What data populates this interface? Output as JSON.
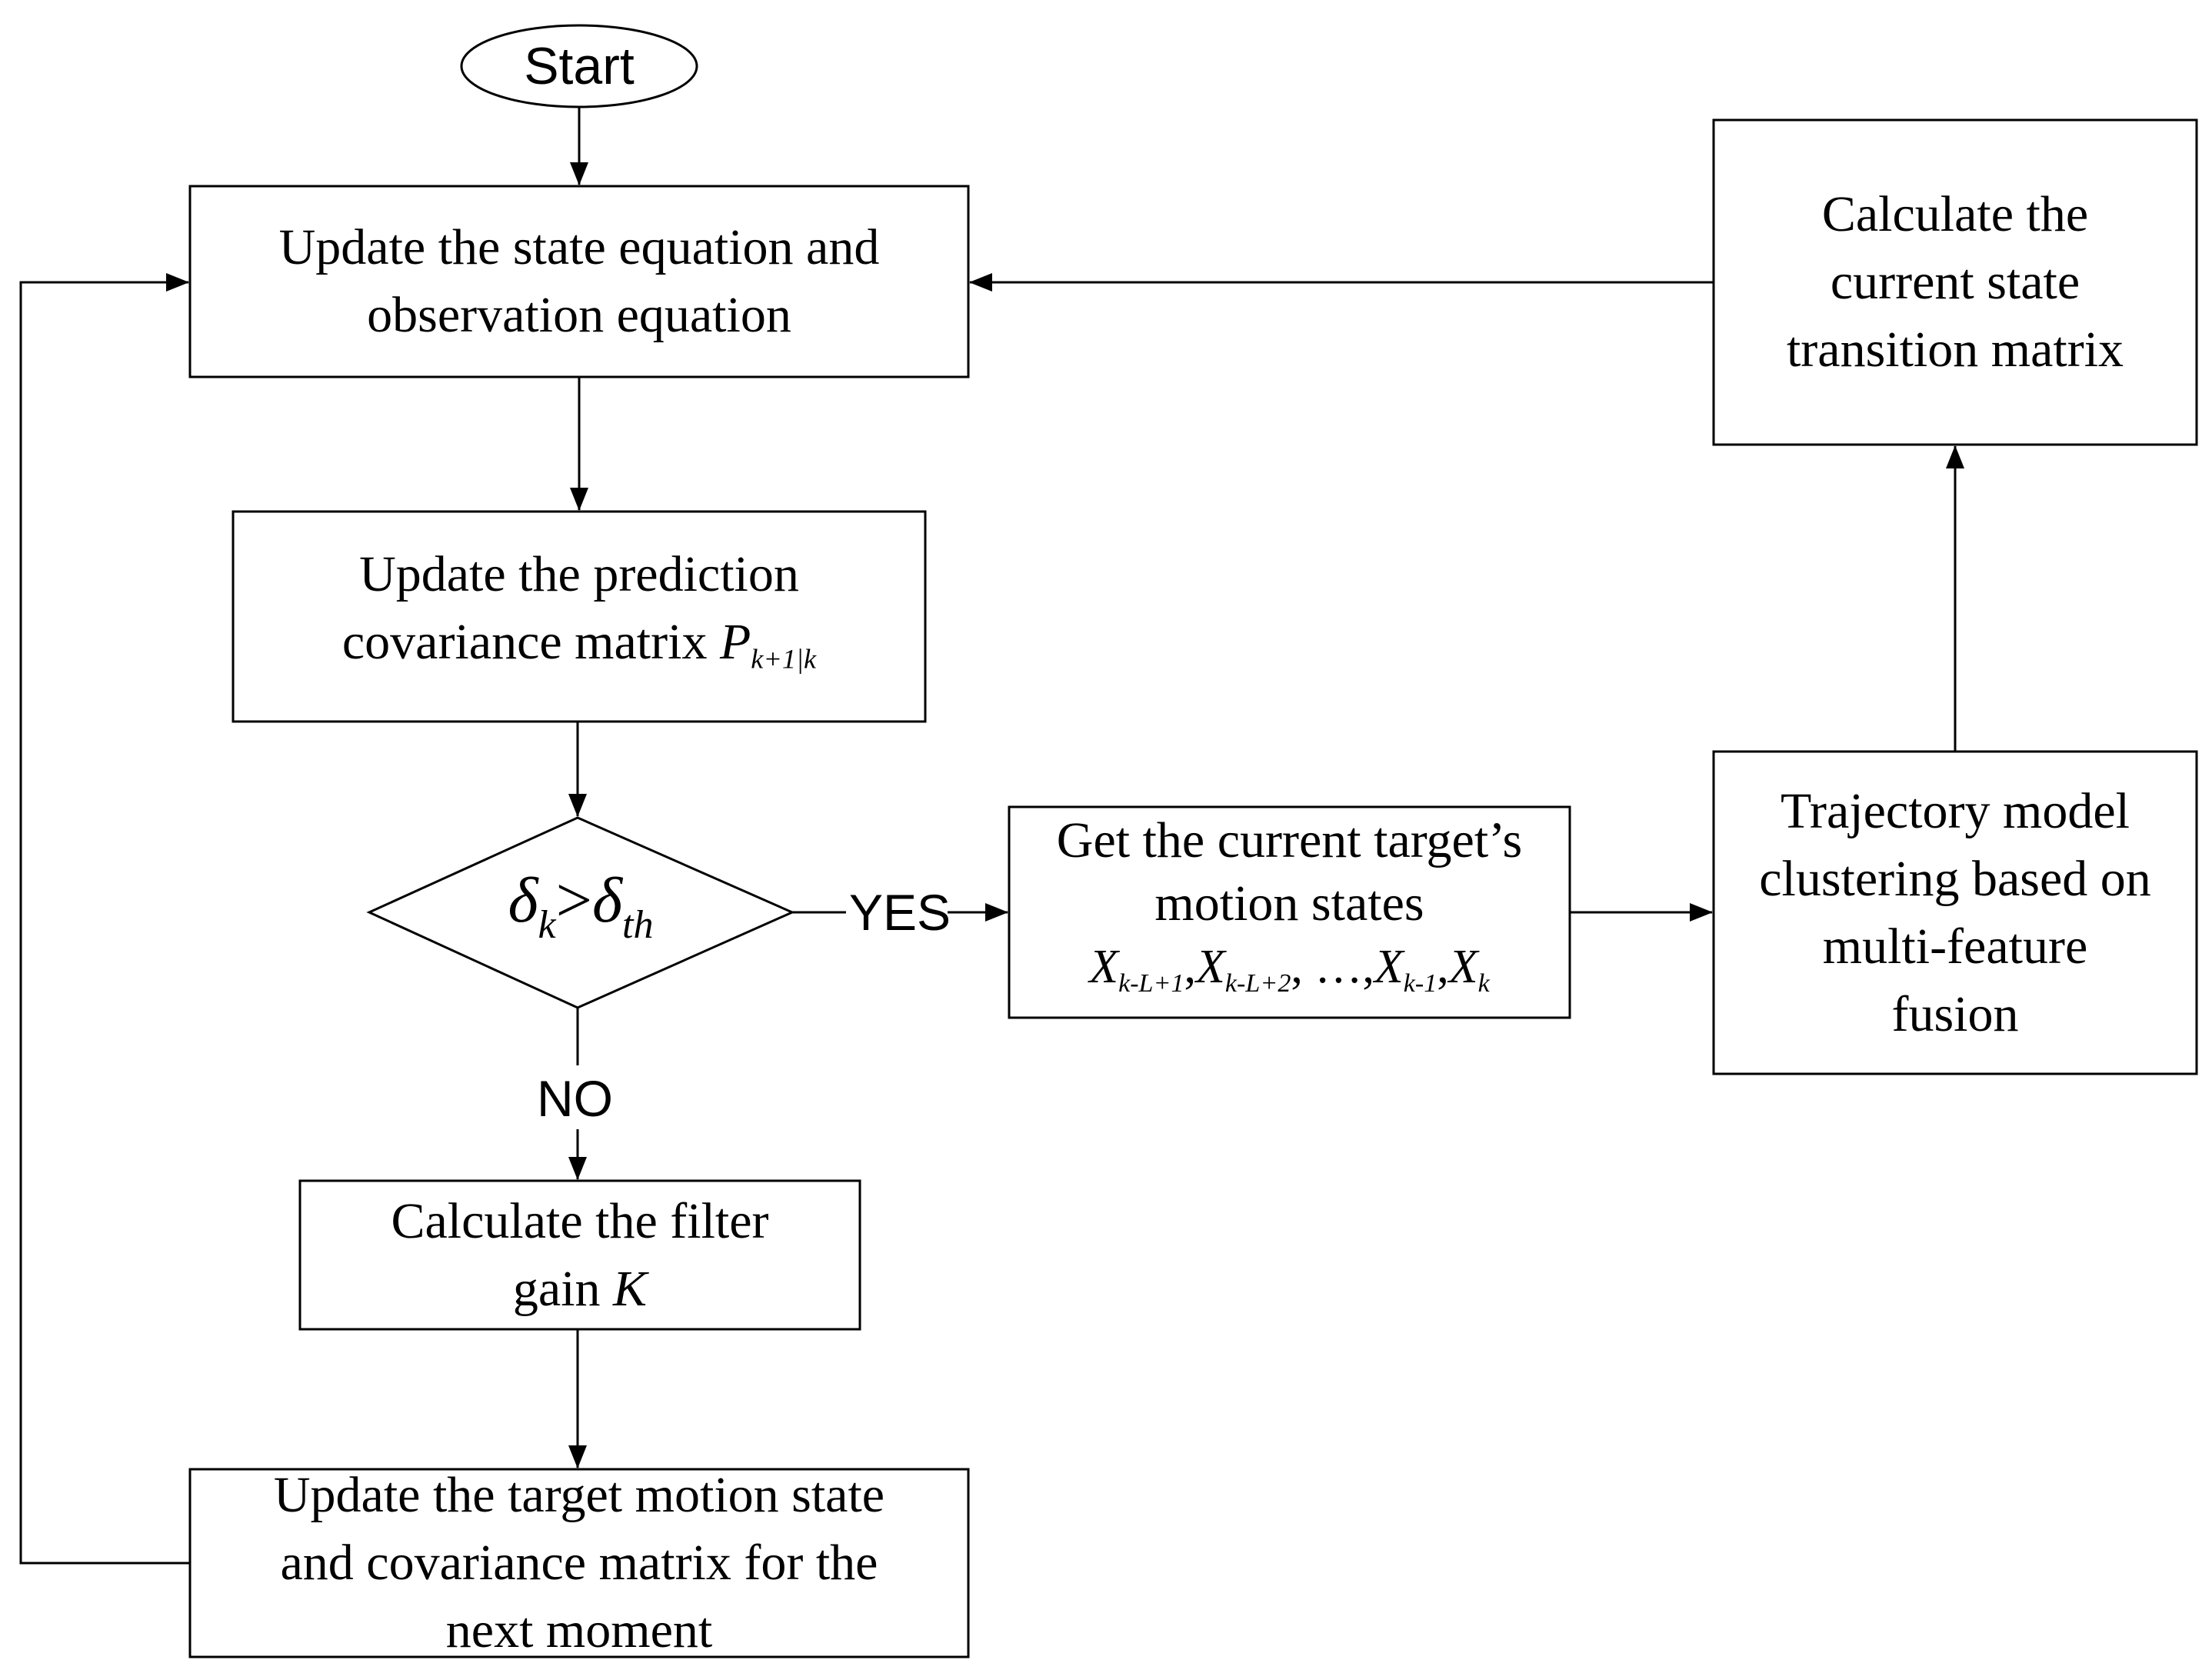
{
  "flowchart": {
    "start": "Start",
    "update_equations": [
      "Update the state equation and",
      "observation equation"
    ],
    "update_prediction": {
      "line1": "Update the prediction",
      "line2_text": "covariance matrix ",
      "symbol": "P",
      "subscript": "k+1|k"
    },
    "decision": {
      "lhs": "δ",
      "lhs_sub": "k",
      "op": ">",
      "rhs": "δ",
      "rhs_sub": "th"
    },
    "yes_label": "YES",
    "no_label": "NO",
    "get_states": {
      "line1": "Get the current target’s",
      "line2": "motion states",
      "sequence": [
        {
          "sym": "X",
          "sub": "k-L+1",
          "after": ","
        },
        {
          "sym": "X",
          "sub": "k-L+2",
          "after": ", …,"
        },
        {
          "sym": "X",
          "sub": "k-1",
          "after": ","
        },
        {
          "sym": "X",
          "sub": "k",
          "after": ""
        }
      ]
    },
    "clustering": [
      "Trajectory model",
      "clustering based on",
      "multi-feature",
      "fusion"
    ],
    "transition": [
      "Calculate the",
      "current state",
      "transition matrix"
    ],
    "filter_gain": {
      "line1": "Calculate the filter",
      "line2_text": "gain ",
      "symbol": "K"
    },
    "update_target": [
      "Update the target motion state",
      "and covariance matrix for the",
      "next moment"
    ]
  }
}
